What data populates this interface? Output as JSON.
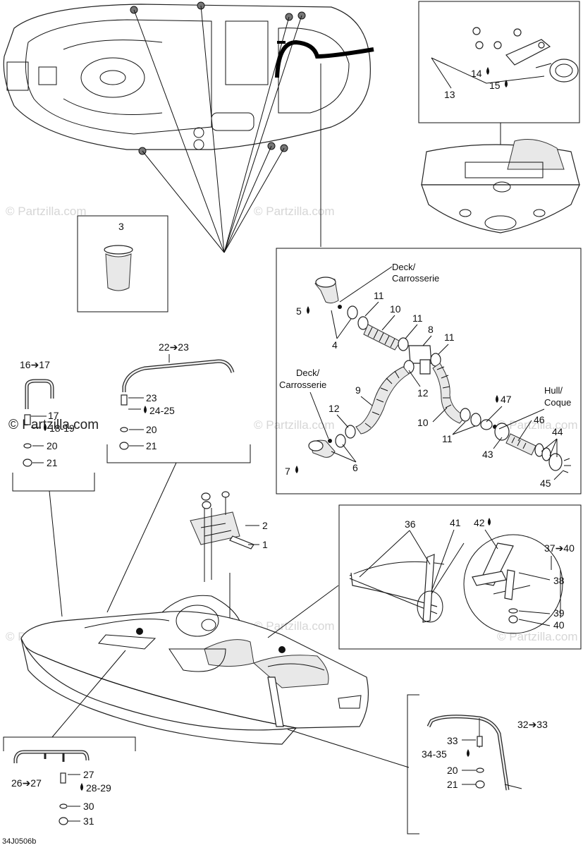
{
  "watermark": "© Partzilla.com",
  "watermark_main": "© Partzilla.com",
  "figure_code": "34J0506b",
  "deck_label": [
    "Deck/",
    "Carrosserie"
  ],
  "hull_label": [
    "Hull/",
    "Coque"
  ],
  "callouts": {
    "c1": "1",
    "c2": "2",
    "c3": "3",
    "c4": "4",
    "c5": "5",
    "c6": "6",
    "c7": "7",
    "c8": "8",
    "c9": "9",
    "c10": "10",
    "c11": "11",
    "c12": "12",
    "c13": "13",
    "c14": "14",
    "c15": "15",
    "c16_17": "16➔17",
    "c17": "17",
    "c18_19": "18-19",
    "c20": "20",
    "c21": "21",
    "c22_23": "22➔23",
    "c23": "23",
    "c24_25": "24-25",
    "c26_27": "26➔27",
    "c27": "27",
    "c28_29": "28-29",
    "c30": "30",
    "c31": "31",
    "c32_33": "32➔33",
    "c33": "33",
    "c34_35": "34-35",
    "c36": "36",
    "c37_40": "37➔40",
    "c38": "38",
    "c39": "39",
    "c40": "40",
    "c41": "41",
    "c42": "42",
    "c43": "43",
    "c44": "44",
    "c45": "45",
    "c46": "46",
    "c47": "47"
  }
}
